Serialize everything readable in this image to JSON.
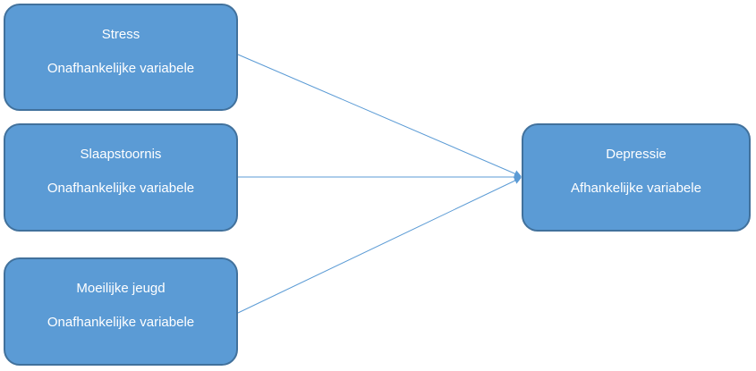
{
  "colors": {
    "box_fill": "#5b9bd5",
    "box_border": "#41719c",
    "arrow": "#5b9bd5",
    "text": "#ffffff"
  },
  "nodes": {
    "stress": {
      "title": "Stress",
      "role": "Onafhankelijke variabele"
    },
    "slaapstoornis": {
      "title": "Slaapstoornis",
      "role": "Onafhankelijke variabele"
    },
    "moeilijke_jeugd": {
      "title": "Moeilijke jeugd",
      "role": "Onafhankelijke variabele"
    },
    "depressie": {
      "title": "Depressie",
      "role": "Afhankelijke variabele"
    }
  },
  "edges": [
    {
      "from": "stress",
      "to": "depressie"
    },
    {
      "from": "slaapstoornis",
      "to": "depressie"
    },
    {
      "from": "moeilijke_jeugd",
      "to": "depressie"
    }
  ]
}
